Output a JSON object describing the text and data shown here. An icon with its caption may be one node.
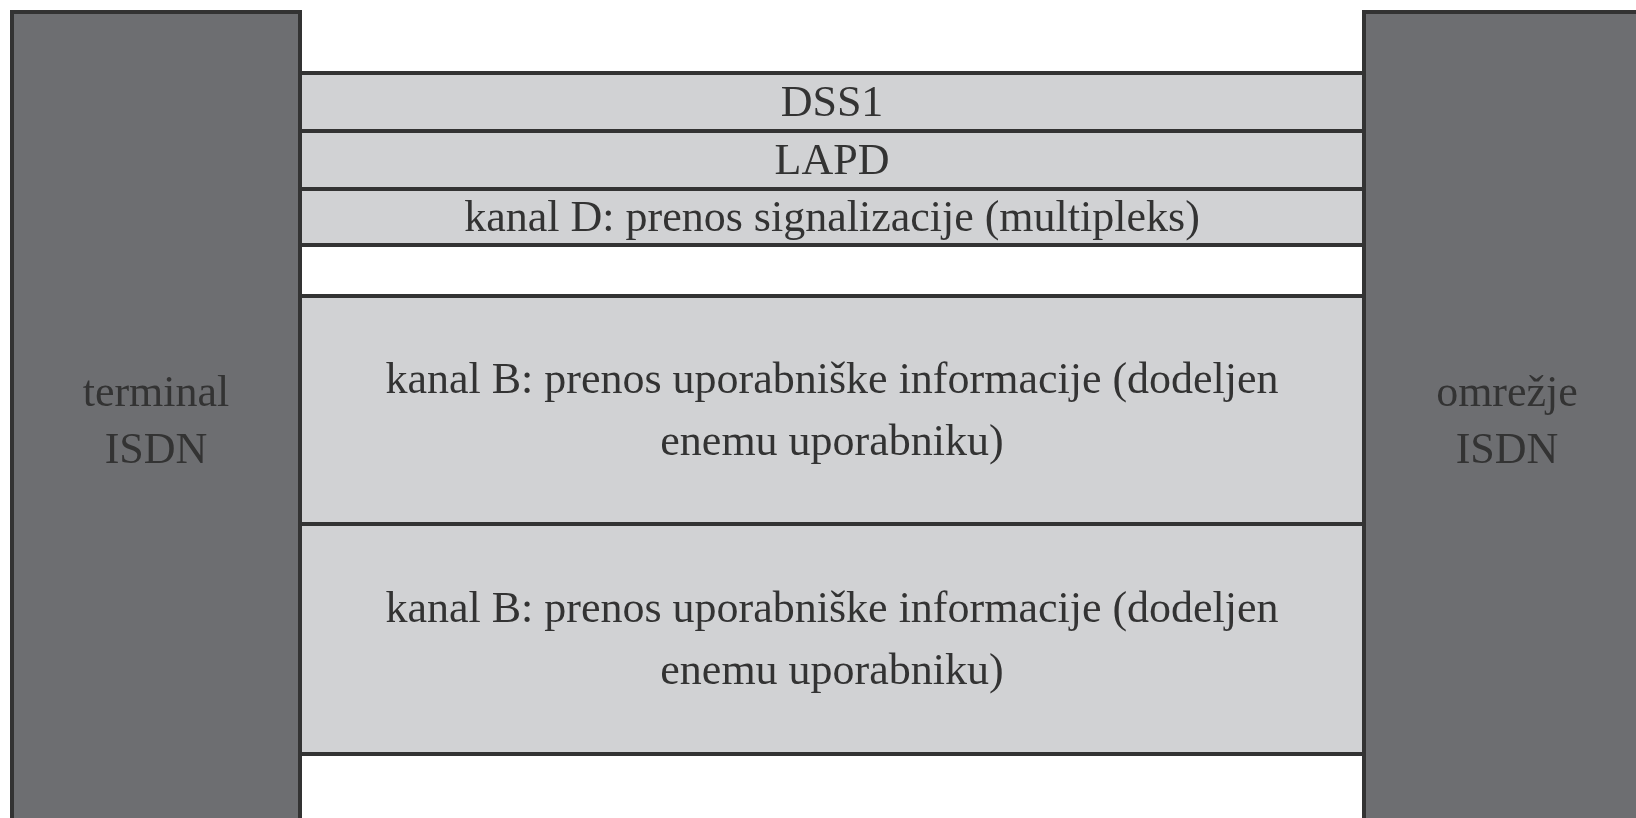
{
  "diagram": {
    "nodes": [
      {
        "text": [
          "terminal ISDN"
        ]
      },
      {
        "text": [
          "DSS1"
        ]
      },
      {
        "text": [
          "LAPD"
        ]
      },
      {
        "text": [
          "kanal D: prenos signalizacije (multipleks)"
        ]
      },
      {
        "text": [
          "kanal B: prenos uporabniške informacije (dodeljen enemu uporabniku)"
        ]
      },
      {
        "text": [
          "kanal B: prenos uporabniške informacije (dodeljen enemu uporabniku)"
        ]
      },
      {
        "text": [
          "omrežje ISDN"
        ]
      }
    ]
  }
}
